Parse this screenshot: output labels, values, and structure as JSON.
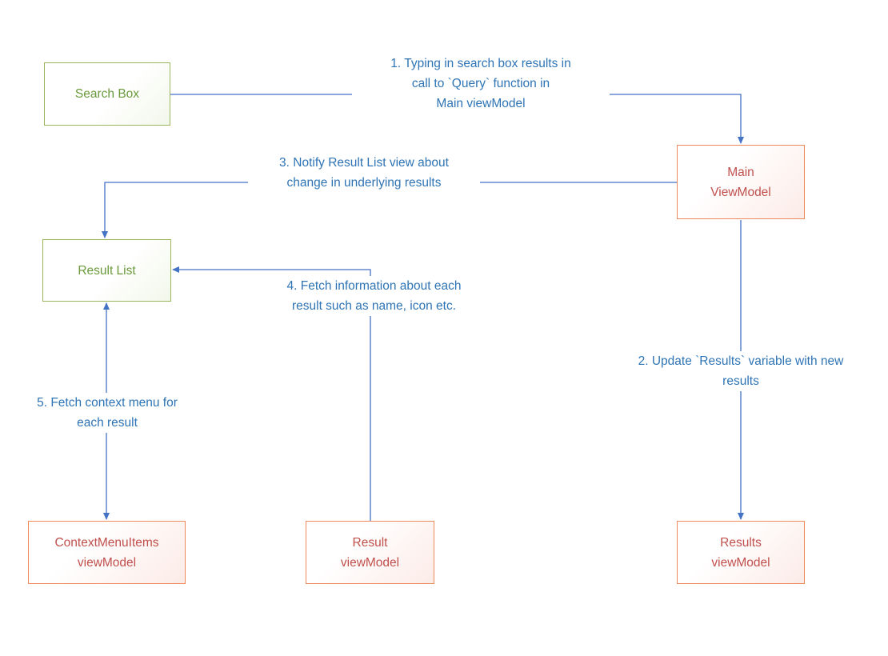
{
  "nodes": {
    "search_box": {
      "label": "Search Box"
    },
    "main_viewmodel": {
      "label": "Main\nViewModel"
    },
    "result_list": {
      "label": "Result List"
    },
    "contextmenuitems_viewmodel": {
      "label": "ContextMenuItems\nviewModel"
    },
    "result_viewmodel": {
      "label": "Result\nviewModel"
    },
    "results_viewmodel": {
      "label": "Results\nviewModel"
    }
  },
  "annotations": {
    "step1": "1. Typing in search box results in\ncall to `Query` function in\nMain viewModel",
    "step2": "2. Update `Results` variable with new\nresults",
    "step3": "3. Notify Result List view about\nchange in underlying results",
    "step4": "4. Fetch information about each\nresult such as name, icon etc.",
    "step5": "5. Fetch context menu for\neach result"
  },
  "colors": {
    "arrow": "#4472C4",
    "annotation_text": "#2E74B5",
    "green_node_border": "#9BB55C",
    "green_node_text": "#6A9A3C",
    "orange_node_border": "#EC8A5C",
    "orange_node_text": "#C0504D"
  }
}
